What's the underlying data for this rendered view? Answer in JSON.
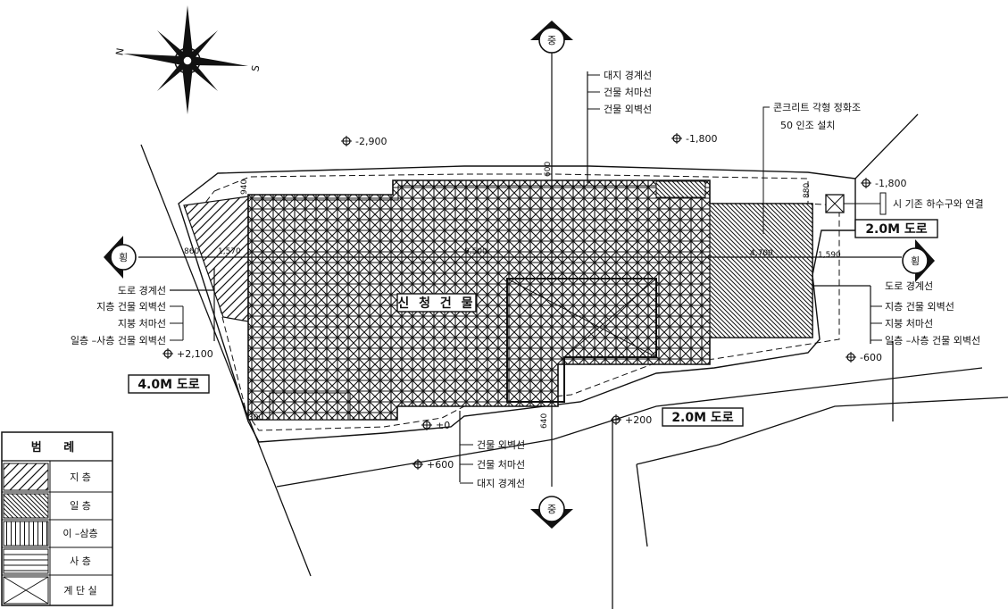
{
  "compass": {
    "north": "N",
    "south": "S"
  },
  "markers": {
    "top": "중",
    "bottom": "중",
    "left": "횡",
    "right": "횡"
  },
  "elevations": {
    "e_top_left": "-2,900",
    "e_top_mid": "-1,800",
    "e_top_right": "-1,800",
    "e_left": "+2,100",
    "e_right": "-600",
    "e_bottom_zero": "±0",
    "e_bottom_600": "+600",
    "e_bottom_200": "+200"
  },
  "dimensions": {
    "d_600": "600",
    "d_940_left": "940",
    "d_880": "880",
    "d_860": "860",
    "d_1570": "1,570",
    "d_9500": "9,500",
    "d_4700": "4,700",
    "d_1590": "1,590",
    "d_300": "300",
    "d_640": "640"
  },
  "labels": {
    "top": [
      "대지 경계선",
      "건물 처마선",
      "건물 외벽선"
    ],
    "bottom": [
      "건물 외벽선",
      "건물 처마선",
      "대지 경계선"
    ],
    "left": [
      "도로 경계선",
      "지층 건물 외벽선",
      "지붕 처마선",
      "일층 –사층 건물 외벽선"
    ],
    "right": [
      "도로 경계선",
      "지층 건물 외벽선",
      "지붕 처마선",
      "일층 –사층 건물 외벽선"
    ],
    "septic_1": "콘크리트 각형 정화조",
    "septic_2": "50 인조 설치",
    "sewer": "시 기존 하수구와 연결",
    "building": "신 청 건 물"
  },
  "roads": {
    "left": "4.0M 도로",
    "right_top": "2.0M 도로",
    "bottom": "2.0M 도로"
  },
  "legend": {
    "title": "범 례",
    "items": [
      {
        "label": "지  층",
        "pattern": "diag"
      },
      {
        "label": "일  층",
        "pattern": "diagdense"
      },
      {
        "label": "이 –삼층",
        "pattern": "vert"
      },
      {
        "label": "사  층",
        "pattern": "horiz"
      },
      {
        "label": "계 단 실",
        "pattern": "cross"
      }
    ]
  }
}
